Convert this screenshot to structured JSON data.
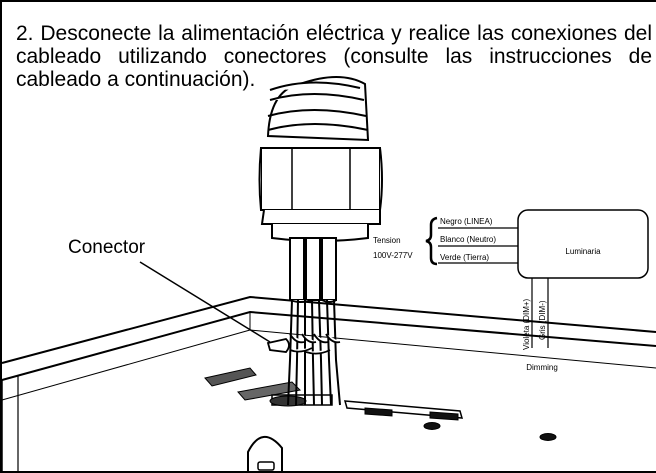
{
  "instructions": {
    "text": "2. Desconecte la alimentación eléctrica y realice las conexiones del cableado utilizando conectores (consulte las instrucciones de cableado a continuación)."
  },
  "callout": {
    "connector_label": "Conector"
  },
  "wiring": {
    "tension_label": "Tension",
    "voltage_label": "100V-277V",
    "wires": [
      {
        "label": "Negro (LINEA)"
      },
      {
        "label": "Blanco (Neutro)"
      },
      {
        "label": "Verde (Tierra)"
      }
    ],
    "luminaire_label": "Luminaria",
    "dim_wires": [
      {
        "label": "Violeta (DIM+)"
      },
      {
        "label": "Gris (DIM-)"
      }
    ],
    "dimming_label": "Dimming"
  }
}
